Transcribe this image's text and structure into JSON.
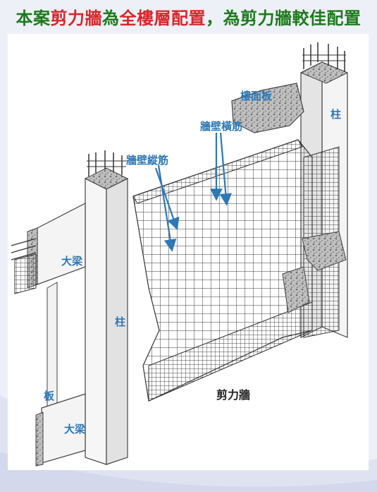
{
  "title": {
    "segments": [
      {
        "text": "本案",
        "color": "green"
      },
      {
        "text": "剪力牆",
        "color": "red"
      },
      {
        "text": "為",
        "color": "green"
      },
      {
        "text": "全樓層配置",
        "color": "red"
      },
      {
        "text": "，為剪力牆較佳配置",
        "color": "green"
      }
    ]
  },
  "colors": {
    "green": "#1c7a1c",
    "red": "#d8262a",
    "label_blue": "#2e78b6"
  },
  "labels": {
    "floor_slab": "樓面板",
    "column_right": "柱",
    "wall_horizontal_bar": "牆壁橫筋",
    "wall_vertical_bar": "牆壁縱筋",
    "beam_upper": "大梁",
    "column_left": "柱",
    "slab_left": "板",
    "beam_lower": "大梁",
    "shear_wall": "剪力牆"
  }
}
